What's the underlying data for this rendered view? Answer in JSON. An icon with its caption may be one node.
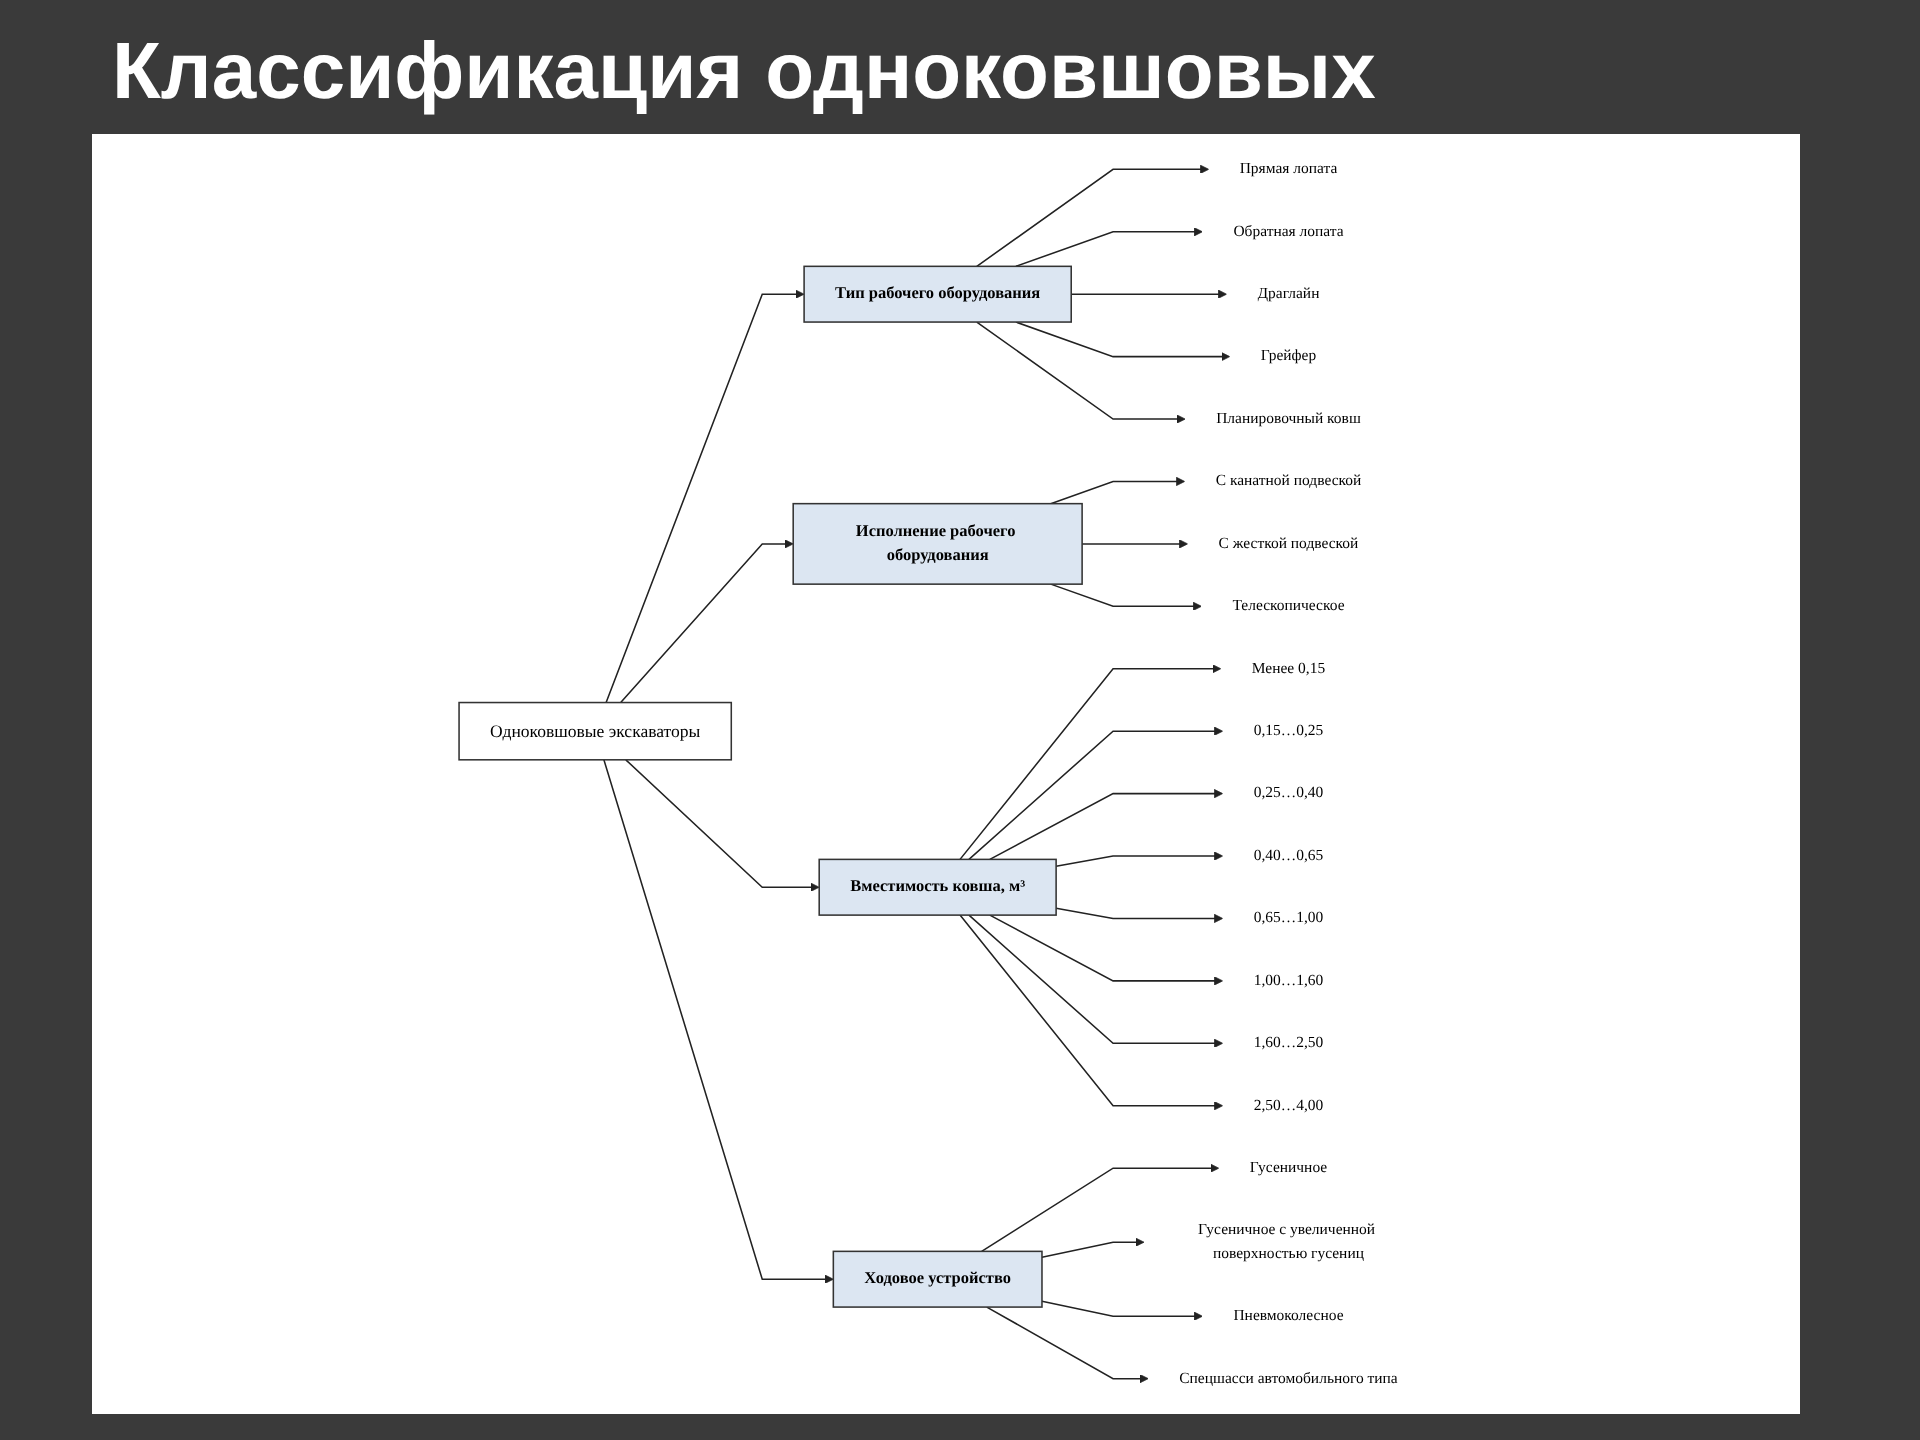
{
  "diagram": {
    "title": "Классификация одноковшовых",
    "nodes": [
      {
        "text": [
          "Одноковшовые экскаваторы"
        ]
      },
      {
        "text": [
          "Тип рабочего оборудования"
        ]
      },
      {
        "text": [
          "Исполнение рабочего оборудования"
        ]
      },
      {
        "text": [
          "Вместимость ковша, м³"
        ]
      },
      {
        "text": [
          "Ходовое устройство"
        ]
      },
      {
        "text": [
          "Прямая лопата"
        ]
      },
      {
        "text": [
          "Обратная лопата"
        ]
      },
      {
        "text": [
          "Драглайн"
        ]
      },
      {
        "text": [
          "Грейфер"
        ]
      },
      {
        "text": [
          "Планировочный ковш"
        ]
      },
      {
        "text": [
          "С канатной подвеской"
        ]
      },
      {
        "text": [
          "С жесткой подвеской"
        ]
      },
      {
        "text": [
          "Телескопическое"
        ]
      },
      {
        "text": [
          "Менее 0,15"
        ]
      },
      {
        "text": [
          "0,15…0,25"
        ]
      },
      {
        "text": [
          "0,25…0,40"
        ]
      },
      {
        "text": [
          "0,40…0,65"
        ]
      },
      {
        "text": [
          "0,65…1,00"
        ]
      },
      {
        "text": [
          "1,00…1,60"
        ]
      },
      {
        "text": [
          "1,60…2,50"
        ]
      },
      {
        "text": [
          "2,50…4,00"
        ]
      },
      {
        "text": [
          "Гусеничное"
        ]
      },
      {
        "text": [
          "Гусеничное с увеличенной поверхностью гусениц"
        ]
      },
      {
        "text": [
          "Пневмоколесное"
        ]
      },
      {
        "text": [
          "Спецшасси автомобильного типа"
        ]
      }
    ],
    "edges": [
      {
        "from": 0,
        "to": 1,
        "arrow": "to"
      },
      {
        "from": 0,
        "to": 2,
        "arrow": "to"
      },
      {
        "from": 0,
        "to": 3,
        "arrow": "to"
      },
      {
        "from": 0,
        "to": 4,
        "arrow": "to"
      },
      {
        "from": 1,
        "to": 5,
        "arrow": "to"
      },
      {
        "from": 1,
        "to": 6,
        "arrow": "to"
      },
      {
        "from": 1,
        "to": 7,
        "arrow": "to"
      },
      {
        "from": 1,
        "to": 8,
        "arrow": "to"
      },
      {
        "from": 1,
        "to": 9,
        "arrow": "to"
      },
      {
        "from": 2,
        "to": 10,
        "arrow": "to"
      },
      {
        "from": 2,
        "to": 11,
        "arrow": "to"
      },
      {
        "from": 2,
        "to": 12,
        "arrow": "to"
      },
      {
        "from": 3,
        "to": 13,
        "arrow": "to"
      },
      {
        "from": 3,
        "to": 14,
        "arrow": "to"
      },
      {
        "from": 3,
        "to": 15,
        "arrow": "to"
      },
      {
        "from": 3,
        "to": 16,
        "arrow": "to"
      },
      {
        "from": 3,
        "to": 17,
        "arrow": "to"
      },
      {
        "from": 3,
        "to": 18,
        "arrow": "to"
      },
      {
        "from": 3,
        "to": 19,
        "arrow": "to"
      },
      {
        "from": 3,
        "to": 20,
        "arrow": "to"
      },
      {
        "from": 4,
        "to": 21,
        "arrow": "to"
      },
      {
        "from": 4,
        "to": 22,
        "arrow": "to"
      },
      {
        "from": 4,
        "to": 23,
        "arrow": "to"
      },
      {
        "from": 4,
        "to": 24,
        "arrow": "to"
      }
    ]
  }
}
